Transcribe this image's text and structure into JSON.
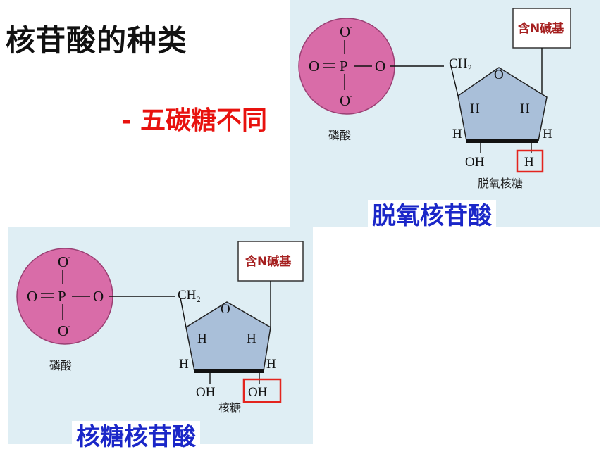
{
  "title": "核苷酸的种类",
  "subtitle": {
    "dash": "-",
    "text": "五碳糖不同"
  },
  "colors": {
    "title": "#111111",
    "subtitle": "#e8120e",
    "label": "#1b27c8",
    "phosphate": "#d96ca8",
    "sugar": "#a9bfd9",
    "highlight": "#e3241e",
    "panel_bg": "#dfeef4"
  },
  "panels": [
    {
      "label": "脱氧核苷酸",
      "phosphate": {
        "top_o": "O",
        "left_o": "O",
        "p": "P",
        "right_o": "O",
        "bottom_o": "O",
        "caption": "磷酸"
      },
      "base": "含N碱基",
      "sugar": {
        "ch2": "CH₂",
        "ring_o": "O",
        "h_ul": "H",
        "h_ur": "H",
        "h_l": "H",
        "h_r": "H",
        "oh": "OH",
        "highlight": "H",
        "caption": "脱氧核糖"
      }
    },
    {
      "label": "核糖核苷酸",
      "phosphate": {
        "top_o": "O",
        "left_o": "O",
        "p": "P",
        "right_o": "O",
        "bottom_o": "O",
        "caption": "磷酸"
      },
      "base": "含N碱基",
      "sugar": {
        "ch2": "CH₂",
        "ring_o": "O",
        "h_ul": "H",
        "h_ur": "H",
        "h_l": "H",
        "h_r": "H",
        "oh": "OH",
        "highlight": "OH",
        "caption": "核糖"
      }
    }
  ]
}
